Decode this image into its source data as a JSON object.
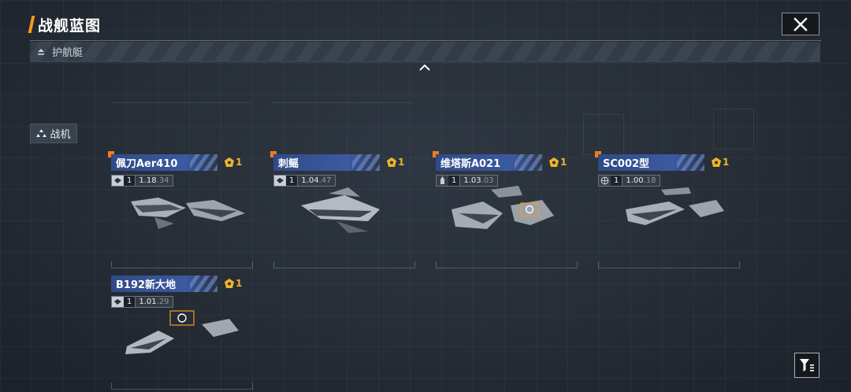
{
  "header": {
    "title": "战舰蓝图",
    "close_icon": "close-icon"
  },
  "sections": {
    "escort": {
      "label": "护航艇",
      "icon": "escort-ship-icon"
    },
    "fighter": {
      "label": "战机",
      "icon": "fighter-squad-icon"
    }
  },
  "colors": {
    "accent_orange": "#f39a1e",
    "name_bar_blue": "#3b5aa0",
    "badge_gold": "#f0b429"
  },
  "cards": [
    {
      "name": "佩刀Aer410",
      "badge": "1",
      "level": "1",
      "value_main": "1.18",
      "value_dim": ".34",
      "type_icon": "drone-icon"
    },
    {
      "name": "刺鳐",
      "badge": "1",
      "level": "1",
      "value_main": "1.04",
      "value_dim": ".47",
      "type_icon": "drone-icon"
    },
    {
      "name": "维塔斯A021",
      "badge": "1",
      "level": "1",
      "value_main": "1.03",
      "value_dim": ".03",
      "type_icon": "missile-icon"
    },
    {
      "name": "SC002型",
      "badge": "1",
      "level": "1",
      "value_main": "1.00",
      "value_dim": ".18",
      "type_icon": "globe-icon"
    },
    {
      "name": "B192新大地",
      "badge": "1",
      "level": "1",
      "value_main": "1.01",
      "value_dim": ".29",
      "type_icon": "drone-icon"
    }
  ],
  "filter": {
    "icon": "filter-icon"
  }
}
